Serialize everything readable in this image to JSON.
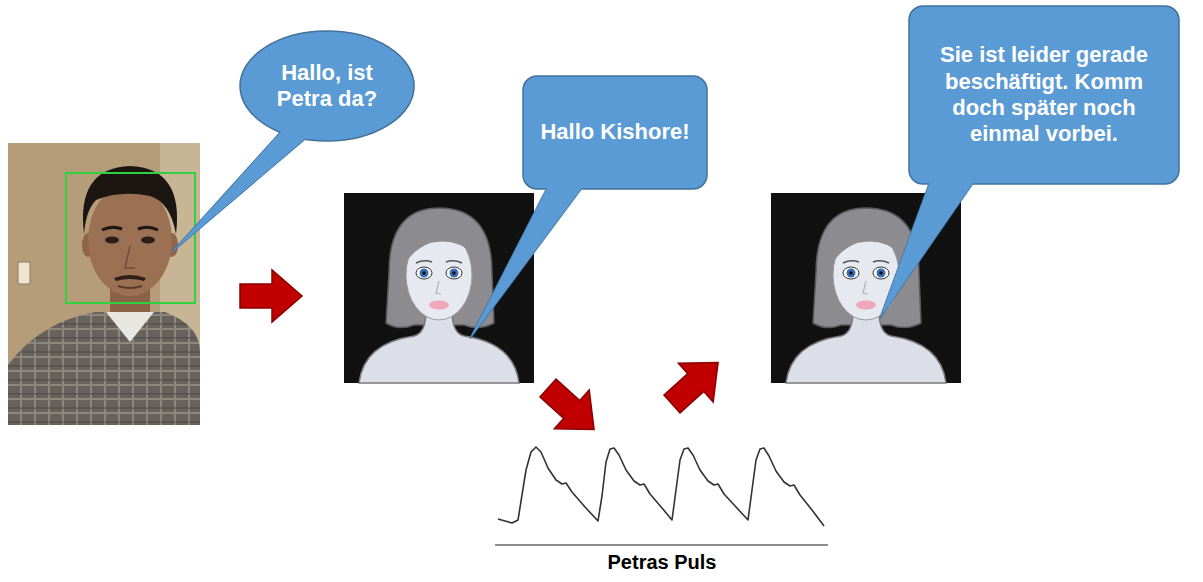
{
  "diagram": {
    "nodes": [
      {
        "text": [
          "Hallo, ist Petra da?"
        ]
      },
      {
        "text": [
          "Hallo Kishore!"
        ]
      },
      {
        "text": [
          "Sie ist leider gerade beschäftigt. Komm doch später noch einmal vorbei."
        ]
      }
    ],
    "labels": [
      "Petras Puls"
    ]
  }
}
